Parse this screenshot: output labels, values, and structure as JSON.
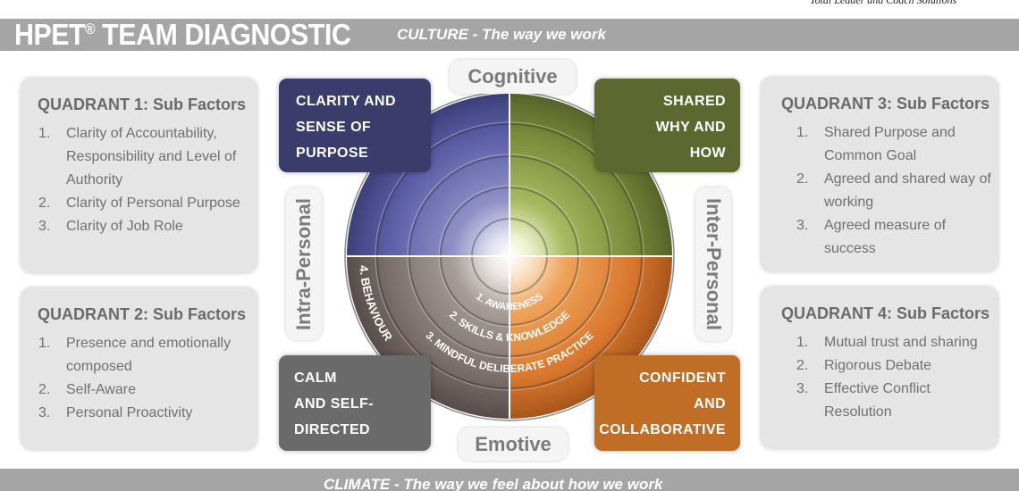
{
  "header": {
    "tagline": "Total Leader and Coach Solutions",
    "title": "HPET",
    "title_reg": "®",
    "title_rest": " TEAM DIAGNOSTIC",
    "culture": "CULTURE - The way we work"
  },
  "footer": {
    "climate": "CLIMATE - The way we feel about how we work"
  },
  "quadrant1": {
    "title": "QUADRANT 1: Sub Factors",
    "items": [
      {
        "num": "1.",
        "text": "Clarity of Accountability, Responsibility and Level of Authority"
      },
      {
        "num": "2.",
        "text": "Clarity of Personal Purpose"
      },
      {
        "num": "3.",
        "text": "Clarity of Job Role"
      }
    ]
  },
  "quadrant2": {
    "title": "QUADRANT 2: Sub Factors",
    "items": [
      {
        "num": "1.",
        "text": "Presence and emotionally composed"
      },
      {
        "num": "2.",
        "text": "Self-Aware"
      },
      {
        "num": "3.",
        "text": "Personal Proactivity"
      }
    ]
  },
  "quadrant3": {
    "title": "QUADRANT 3: Sub Factors",
    "items": [
      {
        "num": "1.",
        "text": "Shared Purpose and Common Goal"
      },
      {
        "num": "2.",
        "text": "Agreed and shared way of working"
      },
      {
        "num": "3.",
        "text": "Agreed measure of success"
      }
    ]
  },
  "quadrant4": {
    "title": "QUADRANT 4: Sub Factors",
    "items": [
      {
        "num": "1.",
        "text": "Mutual trust and sharing"
      },
      {
        "num": "2.",
        "text": "Rigorous Debate"
      },
      {
        "num": "3.",
        "text": "Effective Conflict Resolution"
      }
    ]
  },
  "boxes": {
    "top_left": [
      "CLARITY AND",
      "SENSE OF",
      "PURPOSE"
    ],
    "top_right": [
      "SHARED",
      "WHY AND",
      "HOW"
    ],
    "bottom_left": [
      "CALM",
      "AND SELF-",
      "DIRECTED"
    ],
    "bottom_right": [
      "CONFIDENT",
      "AND",
      "COLLABORATIVE"
    ]
  },
  "axes": {
    "cognitive": "Cognitive",
    "emotive": "Emotive",
    "intra": "Intra-Personal",
    "inter": "Inter-Personal"
  },
  "rings": {
    "r1": "1. AWARENESS",
    "r2": "2. SKILLS & KNOWLEDGE",
    "r3": "3. MINDFUL DELIBERATE PRACTICE",
    "r4": "4. BEHAVIOUR"
  },
  "colors": {
    "quadrant1": "#5c5ea6",
    "quadrant2": "#7a6f6b",
    "quadrant3": "#7a8b3a",
    "quadrant4": "#d9782e",
    "bar": "#a5a5a5"
  }
}
